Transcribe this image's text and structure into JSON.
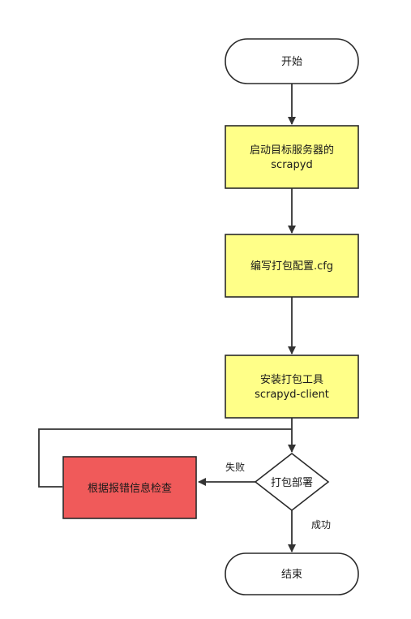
{
  "colors": {
    "process_fill": "#ffff88",
    "process_stroke": "#2a2a2a",
    "error_fill": "#f05a5a",
    "terminal_fill": "#ffffff",
    "line": "#333333"
  },
  "nodes": {
    "start": {
      "label": "开始"
    },
    "launch": {
      "line1": "启动目标服务器的",
      "line2": "scrapyd"
    },
    "config": {
      "label": "编写打包配置.cfg"
    },
    "install": {
      "line1": "安装打包工具",
      "line2": "scrapyd-client"
    },
    "deploy": {
      "label": "打包部署"
    },
    "check": {
      "label": "根据报错信息检查"
    },
    "end": {
      "label": "结束"
    }
  },
  "edges": {
    "fail_label": "失败",
    "success_label": "成功"
  }
}
